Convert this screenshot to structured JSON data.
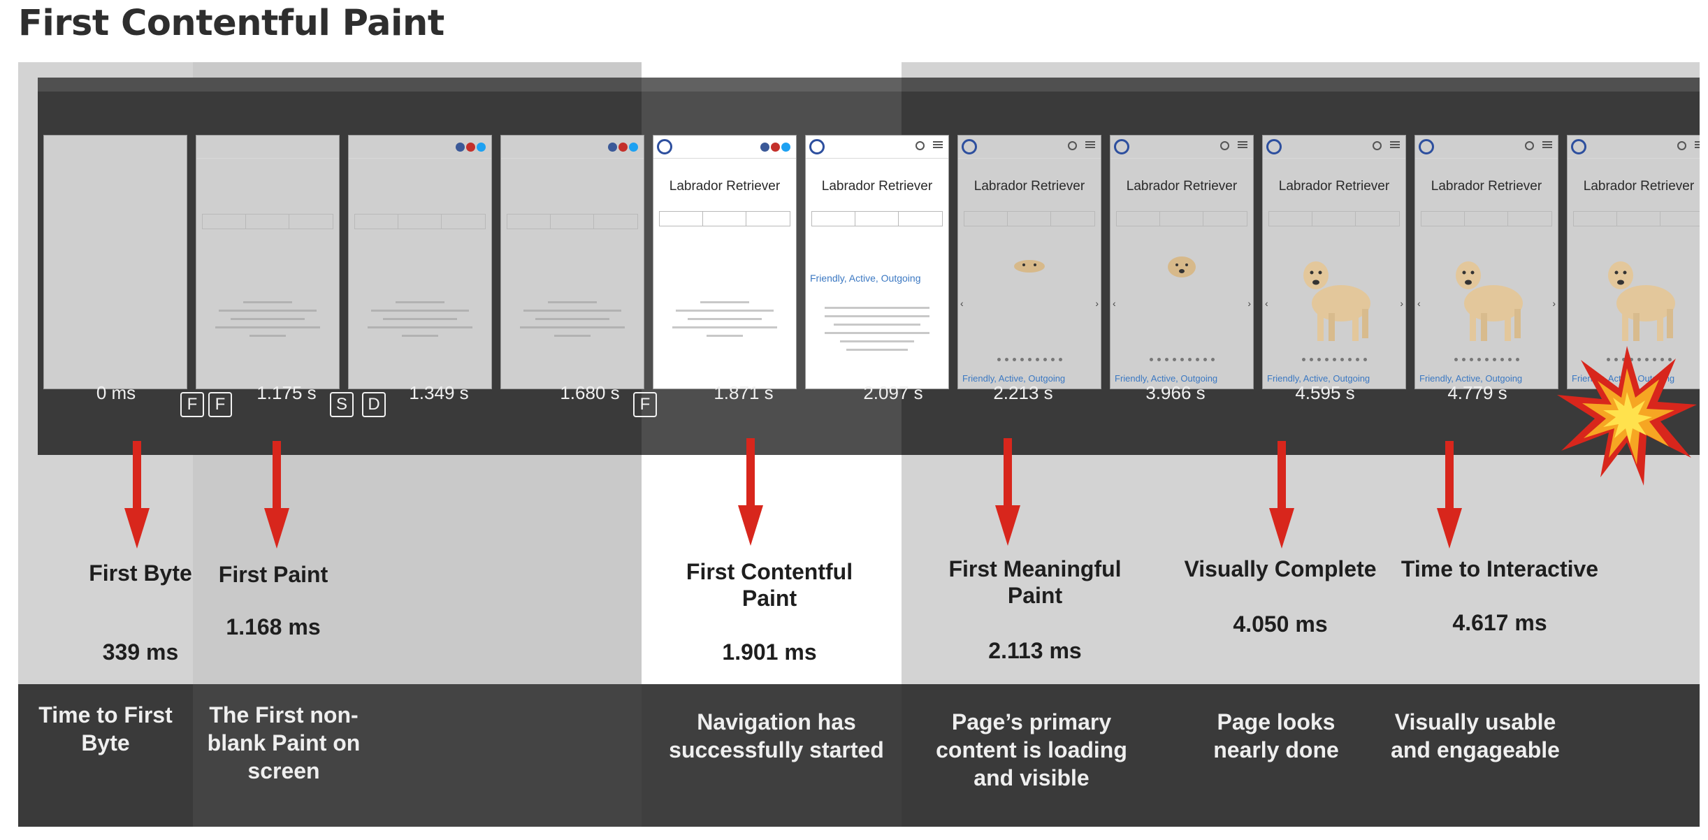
{
  "page": {
    "title": "First Contentful Paint"
  },
  "filmstrip": {
    "frames": [
      {
        "time": "0 ms",
        "state": "blank"
      },
      {
        "time": "1.175 s",
        "state": "skeleton"
      },
      {
        "time": "1.349 s",
        "state": "skeleton-social"
      },
      {
        "time": "1.680 s",
        "state": "skeleton-social"
      },
      {
        "time": "1.871 s",
        "state": "text",
        "breed": "Labrador Retriever"
      },
      {
        "time": "2.097 s",
        "state": "text-friendly",
        "breed": "Labrador Retriever",
        "tagline": "Friendly, Active, Outgoing"
      },
      {
        "time": "2.213 s",
        "state": "dog-small",
        "breed": "Labrador Retriever",
        "tagline": "Friendly, Active, Outgoing"
      },
      {
        "time": "3.966 s",
        "state": "dog-medium",
        "breed": "Labrador Retriever",
        "tagline": "Friendly, Active, Outgoing"
      },
      {
        "time": "4.595 s",
        "state": "dog-full",
        "breed": "Labrador Retriever",
        "tagline": "Friendly, Active, Outgoing"
      },
      {
        "time": "4.779 s",
        "state": "dog-full",
        "breed": "Labrador Retriever",
        "tagline": "Friendly, Active, Outgoing"
      },
      {
        "time": "",
        "state": "dog-full",
        "breed": "Labrador Retriever",
        "tagline": "Friendly, Active, Outgoing"
      }
    ],
    "badges": [
      "F",
      "F",
      "S",
      "D",
      "F"
    ]
  },
  "milestones": [
    {
      "name": "First Byte",
      "value": "339 ms",
      "description": "Time to First Byte"
    },
    {
      "name": "First Paint",
      "value": "1.168 ms",
      "description": "The First non-blank Paint on screen"
    },
    {
      "name": "First Contentful Paint",
      "value": "1.901 ms",
      "description": "Navigation has successfully started"
    },
    {
      "name": "First Meaningful Paint",
      "value": "2.113 ms",
      "description": "Page’s primary content is loading and visible"
    },
    {
      "name": "Visually Complete",
      "value": "4.050 ms",
      "description": "Page looks nearly done"
    },
    {
      "name": "Time to Interactive",
      "value": "4.617 ms",
      "description": "Visually usable and engageable"
    }
  ],
  "colors": {
    "arrow": "#d8261c",
    "band": "#3a3a3a",
    "highlight": "#ffffff",
    "link": "#3b78c2"
  },
  "icons": {
    "burst": "explosion-icon",
    "logo": "akc-logo-icon"
  }
}
